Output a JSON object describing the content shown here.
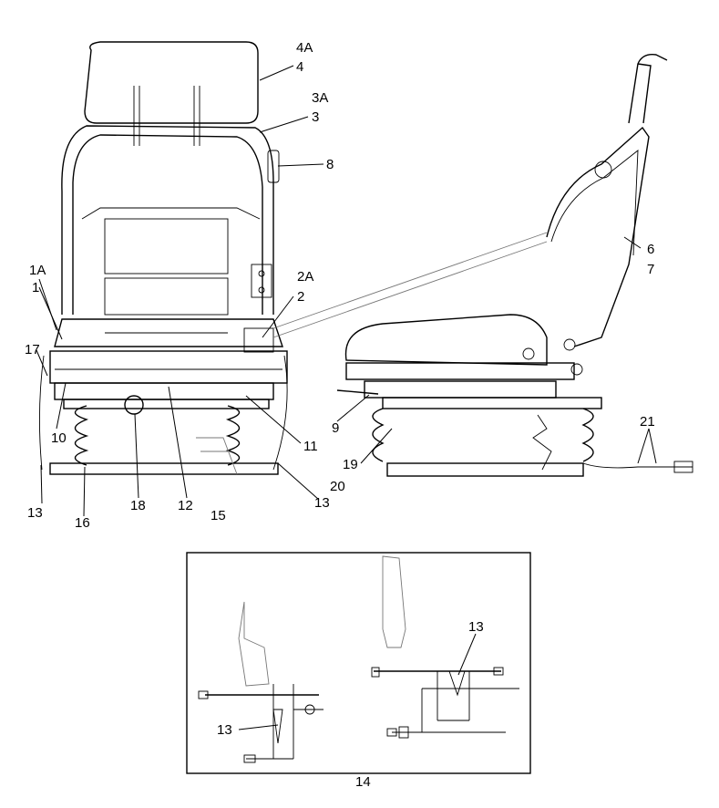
{
  "callouts": {
    "l4A": "4A",
    "l4": "4",
    "l3A": "3A",
    "l3": "3",
    "l8": "8",
    "l1A": "1A",
    "l1": "1",
    "l2A": "2A",
    "l2": "2",
    "l17": "17",
    "l10": "10",
    "l11": "11",
    "l13a": "13",
    "l16": "16",
    "l18": "18",
    "l12": "12",
    "l15": "15",
    "l13b": "13",
    "l20": "20",
    "l19": "19",
    "l9": "9",
    "l6": "6",
    "l7": "7",
    "l21": "21",
    "l13c": "13",
    "l13d": "13",
    "l14": "14"
  }
}
